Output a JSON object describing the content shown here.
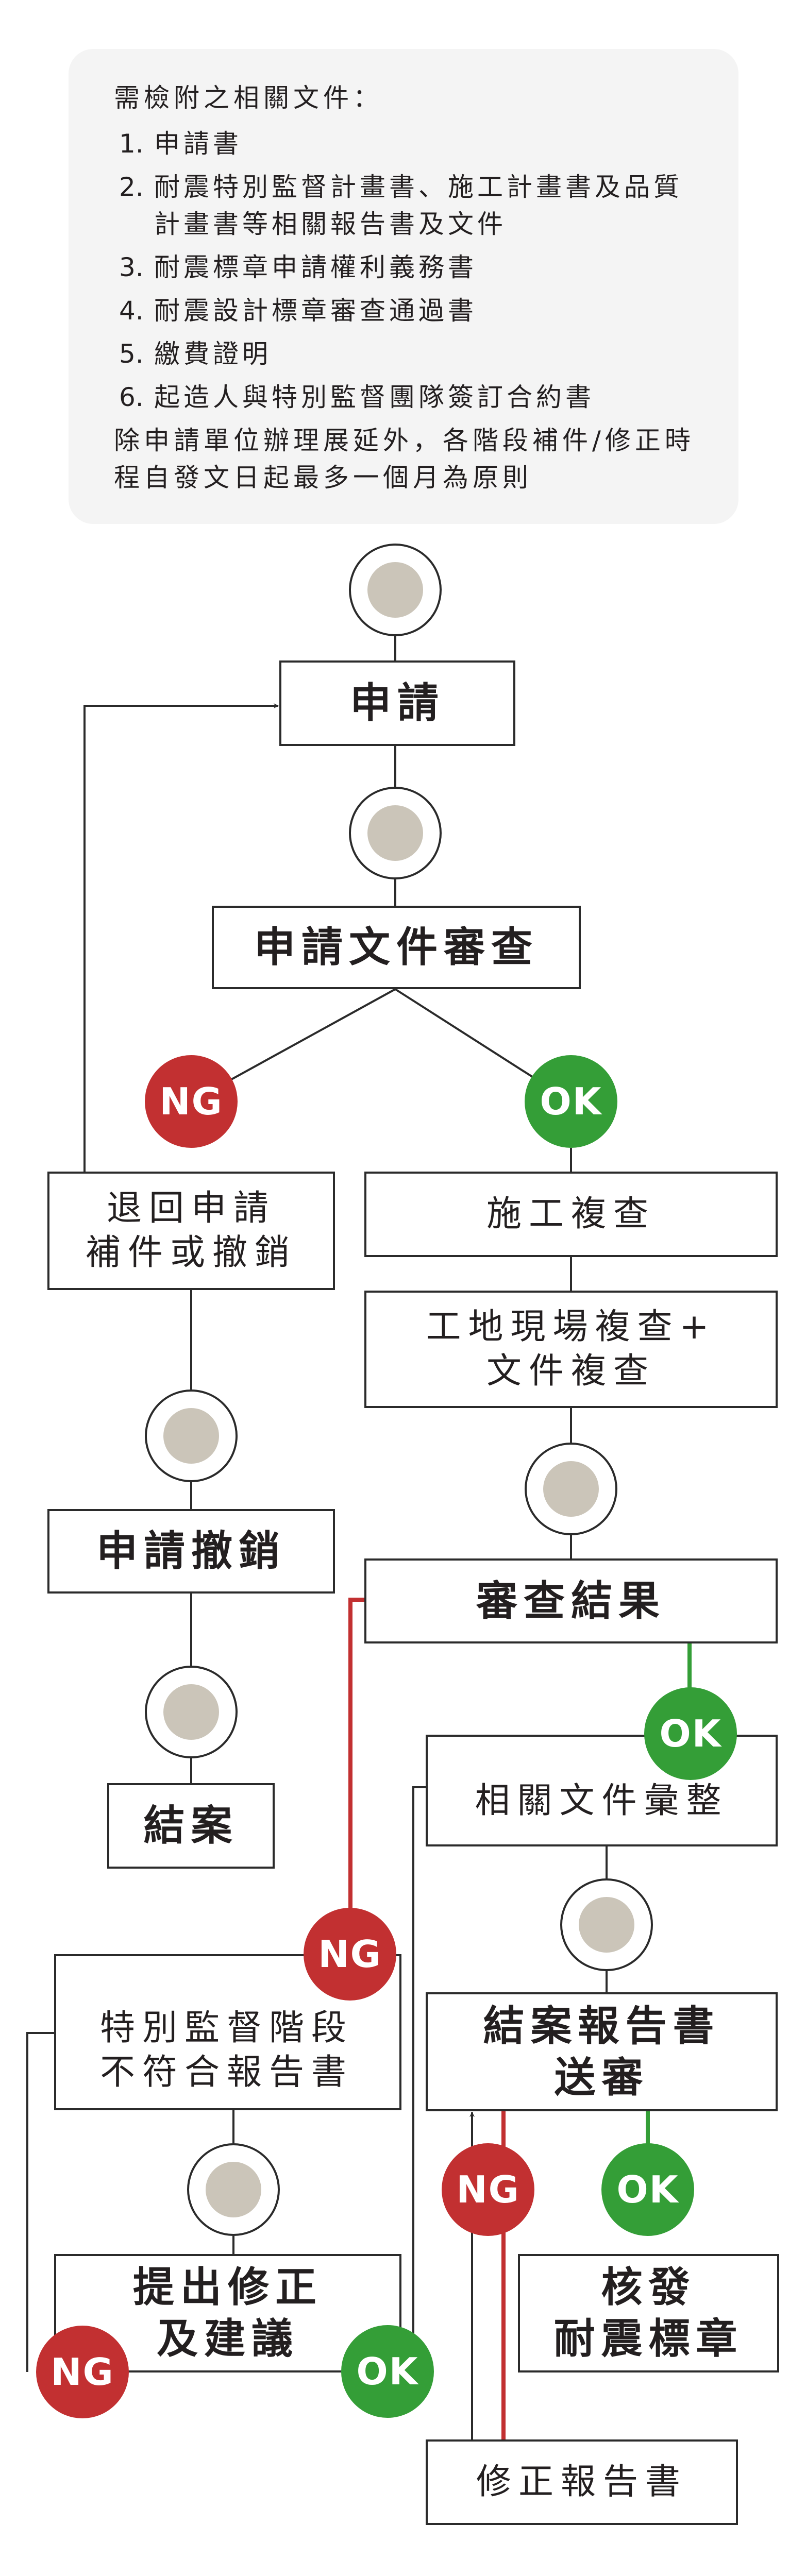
{
  "notes": {
    "title": "需檢附之相關文件：",
    "items": [
      {
        "num": "1.",
        "text": "申請書"
      },
      {
        "num": "2.",
        "text": "耐震特別監督計畫書、施工計畫書及品質計畫書等相關報告書及文件"
      },
      {
        "num": "3.",
        "text": "耐震標章申請權利義務書"
      },
      {
        "num": "4.",
        "text": "耐震設計標章審查通過書"
      },
      {
        "num": "5.",
        "text": "繳費證明"
      },
      {
        "num": "6.",
        "text": "起造人與特別監督團隊簽訂合約書"
      }
    ],
    "footer": "除申請單位辦理展延外，各階段補件/修正時程自發文日起最多一個月為原則"
  },
  "flow": {
    "apply": "申請",
    "doc_review": "申請文件審查",
    "return": "退回申請\n補件或撤銷",
    "construction_review": "施工複查",
    "site_review": "工地現場複查+\n文件複查",
    "withdraw": "申請撤銷",
    "review_result": "審查結果",
    "close": "結案",
    "compile_docs": "相關文件彙整",
    "nonconform_report": "特別監督階段\n不符合報告書",
    "closing_report": "結案報告書\n送審",
    "propose_fix": "提出修正\n及建議",
    "issue_label": "核發\n耐震標章",
    "revised_report": "修正報告書"
  },
  "badges": {
    "ng": "NG",
    "ok": "OK"
  },
  "colors": {
    "ng": "#c23031",
    "ok": "#349e37",
    "line": "#2b2b2b",
    "node_fill": "#cbc5b9",
    "note_bg": "#f4f4f4"
  }
}
